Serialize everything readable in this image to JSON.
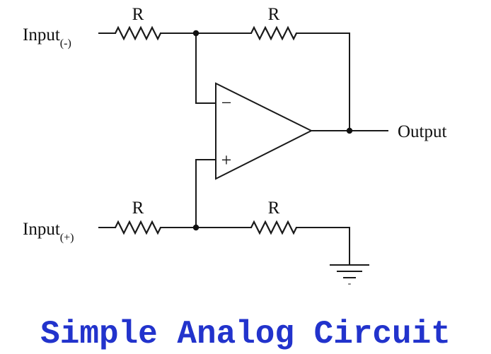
{
  "diagram": {
    "labels": {
      "input_neg": "Input",
      "input_neg_sub": "(-)",
      "input_pos": "Input",
      "input_pos_sub": "(+)",
      "output": "Output",
      "r_top_left": "R",
      "r_top_right": "R",
      "r_bottom_left": "R",
      "r_bottom_right": "R",
      "minus": "−",
      "plus": "+",
      "ground_mark": "-"
    }
  },
  "caption": {
    "text": "Simple Analog Circuit",
    "color": "#2233cc"
  },
  "colors": {
    "ink": "#111111",
    "background": "#ffffff"
  }
}
